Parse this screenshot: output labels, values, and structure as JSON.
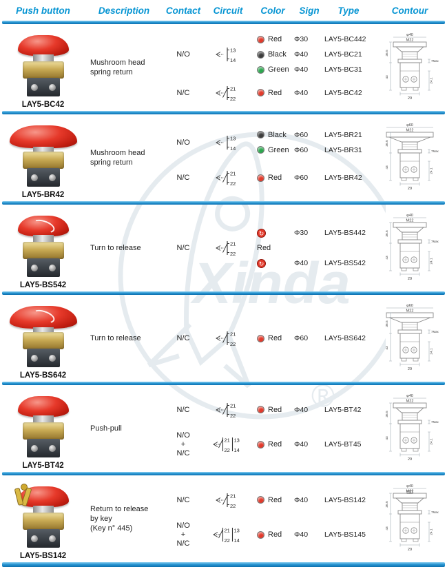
{
  "page": {
    "watermark_text": "Xinda",
    "watermark_reg": "®"
  },
  "icons": {
    "turn_release": "↻"
  },
  "header": {
    "columns": [
      "Push button",
      "Description",
      "Contact",
      "Circuit",
      "Color",
      "Sign",
      "Type",
      "Contour"
    ]
  },
  "rows": [
    {
      "model": "LAY5-BC42",
      "description": {
        "l1": "Mushroom head",
        "l2": "spring return"
      },
      "groups": [
        {
          "contact": "N/O",
          "circuit": {
            "n1": "13",
            "n2": "14"
          },
          "entries": [
            {
              "color": "Red",
              "hex": "#e23a2b",
              "sign": "Φ30",
              "type": "LAY5-BC442"
            },
            {
              "color": "Black",
              "hex": "#3c3c3c",
              "sign": "Φ40",
              "type": "LAY5-BC21"
            },
            {
              "color": "Green",
              "hex": "#2ca74e",
              "sign": "Φ40",
              "type": "LAY5-BC31"
            }
          ]
        },
        {
          "contact": "N/C",
          "circuit": {
            "n1": "21",
            "n2": "22"
          },
          "entries": [
            {
              "color": "Red",
              "hex": "#e23a2b",
              "sign": "Φ40",
              "type": "LAY5-BC42"
            }
          ]
        }
      ],
      "contour": {
        "diameter": "φ40",
        "thread": "M22",
        "left_top": "36.5",
        "left_bottom": "43",
        "right_top": "7Max",
        "right_bottom": "24.1",
        "bottom": "29"
      }
    },
    {
      "model": "LAY5-BR42",
      "description": {
        "l1": "Mushroom head",
        "l2": "spring return"
      },
      "groups": [
        {
          "contact": "N/O",
          "circuit": {
            "n1": "13",
            "n2": "14"
          },
          "entries": [
            {
              "color": "Black",
              "hex": "#3c3c3c",
              "sign": "Φ60",
              "type": "LAY5-BR21"
            },
            {
              "color": "Green",
              "hex": "#2ca74e",
              "sign": "Φ60",
              "type": "LAY5-BR31"
            }
          ]
        },
        {
          "contact": "N/C",
          "circuit": {
            "n1": "21",
            "n2": "22"
          },
          "entries": [
            {
              "color": "Red",
              "hex": "#e23a2b",
              "sign": "Φ60",
              "type": "LAY5-BR42"
            }
          ]
        }
      ],
      "contour": {
        "diameter": "φ60",
        "thread": "M22",
        "left_top": "36.5",
        "left_bottom": "43",
        "right_top": "7Max",
        "right_bottom": "24.1",
        "bottom": "29"
      }
    },
    {
      "model": "LAY5-BS542",
      "description": {
        "l1": "Turn to release"
      },
      "groups": [
        {
          "contact": "N/C",
          "circuit": {
            "n1": "21",
            "n2": "22"
          },
          "color_label": "Red",
          "entries": [
            {
              "sign": "Φ30",
              "type": "LAY5-BS442"
            },
            {
              "sign": "Φ40",
              "type": "LAY5-BS542"
            }
          ]
        }
      ],
      "contour": {
        "diameter": "φ40",
        "thread": "M22",
        "left_top": "36.5",
        "left_bottom": "43",
        "right_top": "7Max",
        "right_bottom": "24.1",
        "bottom": "29"
      }
    },
    {
      "model": "LAY5-BS642",
      "description": {
        "l1": "Turn to release"
      },
      "groups": [
        {
          "contact": "N/C",
          "circuit": {
            "n1": "21",
            "n2": "22"
          },
          "entries": [
            {
              "color": "Red",
              "hex": "#e23a2b",
              "sign": "Φ60",
              "type": "LAY5-BS642"
            }
          ]
        }
      ],
      "contour": {
        "diameter": "φ60",
        "thread": "M22",
        "left_top": "36.5",
        "left_bottom": "43",
        "right_top": "7Max",
        "right_bottom": "24.1",
        "bottom": "29"
      }
    },
    {
      "model": "LAY5-BT42",
      "description": {
        "l1": "Push-pull"
      },
      "groups": [
        {
          "contact": "N/C",
          "circuit": {
            "n1": "21",
            "n2": "22"
          },
          "entries": [
            {
              "color": "Red",
              "hex": "#e23a2b",
              "sign": "Φ40",
              "type": "LAY5-BT42"
            }
          ]
        },
        {
          "contact_lines": {
            "l1": "N/O",
            "l2": "+",
            "l3": "N/C"
          },
          "circuit": {
            "a1": "21",
            "a2": "22",
            "b1": "13",
            "b2": "14"
          },
          "entries": [
            {
              "color": "Red",
              "hex": "#e23a2b",
              "sign": "Φ40",
              "type": "LAY5-BT45"
            }
          ]
        }
      ],
      "contour": {
        "diameter": "φ40",
        "thread": "M22",
        "left_top": "36.5",
        "left_bottom": "43",
        "right_top": "7Max",
        "right_bottom": "24.1",
        "bottom": "29"
      }
    },
    {
      "model": "LAY5-BS142",
      "description": {
        "l1": "Return to release",
        "l2": "by key",
        "l3": "(Key n° 445)"
      },
      "groups": [
        {
          "contact": "N/C",
          "circuit": {
            "n1": "21",
            "n2": "22"
          },
          "entries": [
            {
              "color": "Red",
              "hex": "#e23a2b",
              "sign": "Φ40",
              "type": "LAY5-BS142"
            }
          ]
        },
        {
          "contact_lines": {
            "l1": "N/O",
            "l2": "+",
            "l3": "N/C"
          },
          "circuit": {
            "a1": "21",
            "a2": "22",
            "b1": "13",
            "b2": "14"
          },
          "entries": [
            {
              "color": "Red",
              "hex": "#e23a2b",
              "sign": "Φ40",
              "type": "LAY5-BS145"
            }
          ]
        }
      ],
      "contour": {
        "diameter": "φ40",
        "thread": "M22",
        "left_top": "36.5",
        "left_bottom": "43",
        "right_top": "7Max",
        "right_bottom": "24.1",
        "bottom": "29"
      }
    }
  ]
}
